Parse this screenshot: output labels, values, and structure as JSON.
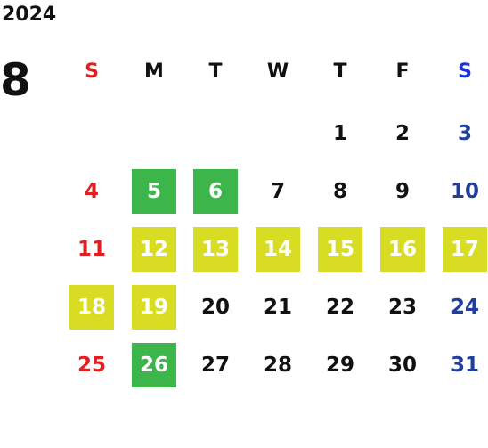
{
  "year": "2024",
  "month": "8",
  "weekdays": [
    "S",
    "M",
    "T",
    "W",
    "T",
    "F",
    "S"
  ],
  "weeks": [
    [
      {
        "label": "",
        "kind": "empty"
      },
      {
        "label": "",
        "kind": "empty"
      },
      {
        "label": "",
        "kind": "empty"
      },
      {
        "label": "",
        "kind": "empty"
      },
      {
        "label": "1",
        "kind": "normal"
      },
      {
        "label": "2",
        "kind": "normal"
      },
      {
        "label": "3",
        "kind": "normal"
      }
    ],
    [
      {
        "label": "4",
        "kind": "normal"
      },
      {
        "label": "5",
        "kind": "green"
      },
      {
        "label": "6",
        "kind": "green"
      },
      {
        "label": "7",
        "kind": "normal"
      },
      {
        "label": "8",
        "kind": "normal"
      },
      {
        "label": "9",
        "kind": "normal"
      },
      {
        "label": "10",
        "kind": "normal"
      }
    ],
    [
      {
        "label": "11",
        "kind": "normal"
      },
      {
        "label": "12",
        "kind": "yellow"
      },
      {
        "label": "13",
        "kind": "yellow"
      },
      {
        "label": "14",
        "kind": "yellow"
      },
      {
        "label": "15",
        "kind": "yellow"
      },
      {
        "label": "16",
        "kind": "yellow"
      },
      {
        "label": "17",
        "kind": "yellow"
      }
    ],
    [
      {
        "label": "18",
        "kind": "yellow"
      },
      {
        "label": "19",
        "kind": "yellow"
      },
      {
        "label": "20",
        "kind": "normal"
      },
      {
        "label": "21",
        "kind": "normal"
      },
      {
        "label": "22",
        "kind": "normal"
      },
      {
        "label": "23",
        "kind": "normal"
      },
      {
        "label": "24",
        "kind": "normal"
      }
    ],
    [
      {
        "label": "25",
        "kind": "normal"
      },
      {
        "label": "26",
        "kind": "green"
      },
      {
        "label": "27",
        "kind": "normal"
      },
      {
        "label": "28",
        "kind": "normal"
      },
      {
        "label": "29",
        "kind": "normal"
      },
      {
        "label": "30",
        "kind": "normal"
      },
      {
        "label": "31",
        "kind": "normal"
      }
    ]
  ],
  "colors": {
    "sunday_text": "#e02020",
    "saturday_header_text": "#1d32d6",
    "saturday_day_text": "#1f3f9a",
    "highlight_green": "#3cb54a",
    "highlight_yellow": "#d8dc22"
  }
}
